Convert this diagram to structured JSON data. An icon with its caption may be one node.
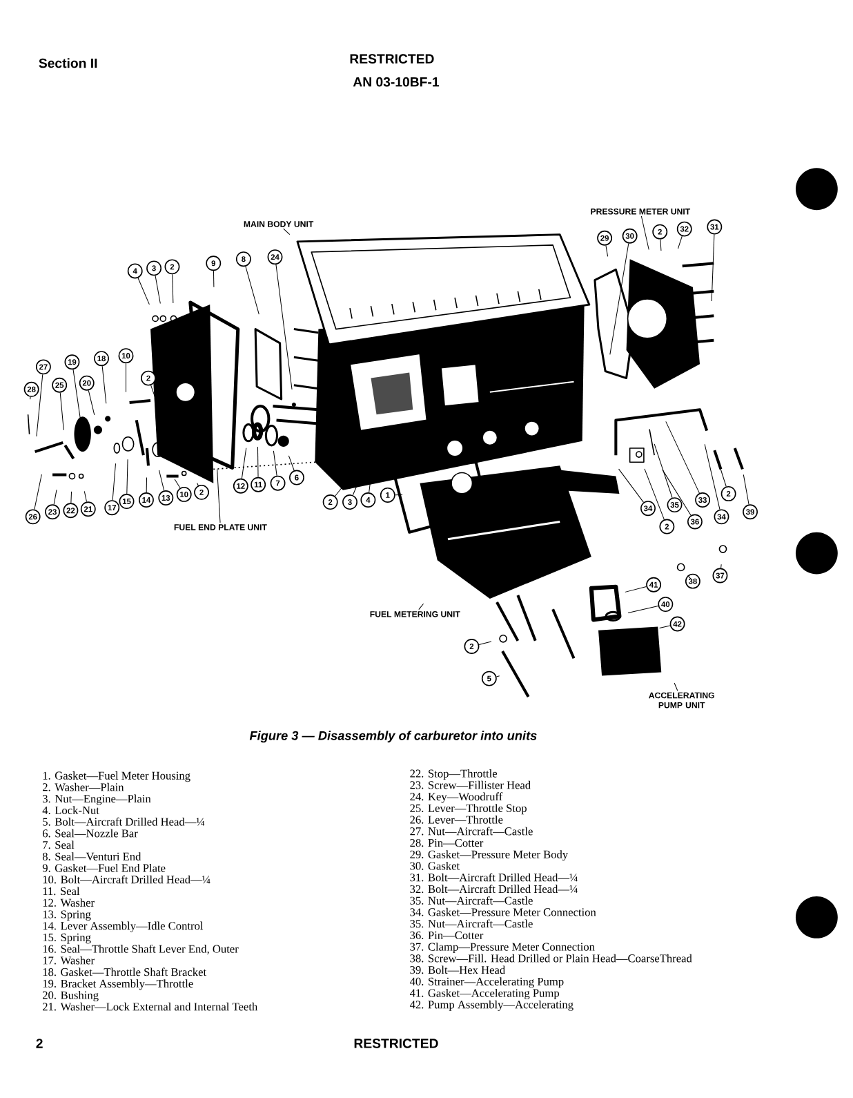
{
  "diagram": {
    "caption": "Figure 3 — Disassembly of carburetor into units",
    "nodes": [
      {
        "text": [
          "MAIN BODY UNIT"
        ]
      },
      {
        "text": [
          "PRESSURE METER UNIT"
        ]
      },
      {
        "text": [
          "29"
        ]
      },
      {
        "text": [
          "30"
        ]
      },
      {
        "text": [
          "2"
        ]
      },
      {
        "text": [
          "32"
        ]
      },
      {
        "text": [
          "31"
        ]
      },
      {
        "text": [
          "4"
        ]
      },
      {
        "text": [
          "3"
        ]
      },
      {
        "text": [
          "2"
        ]
      },
      {
        "text": [
          "9"
        ]
      },
      {
        "text": [
          "8"
        ]
      },
      {
        "text": [
          "24"
        ]
      },
      {
        "text": [
          "28"
        ]
      },
      {
        "text": [
          "27"
        ]
      },
      {
        "text": [
          "19"
        ]
      },
      {
        "text": [
          "18"
        ]
      },
      {
        "text": [
          "25"
        ]
      },
      {
        "text": [
          "20"
        ]
      },
      {
        "text": [
          "10"
        ]
      },
      {
        "text": [
          "2"
        ]
      },
      {
        "text": [
          "26"
        ]
      },
      {
        "text": [
          "23"
        ]
      },
      {
        "text": [
          "22"
        ]
      },
      {
        "text": [
          "21"
        ]
      },
      {
        "text": [
          "17"
        ]
      },
      {
        "text": [
          "15"
        ]
      },
      {
        "text": [
          "14"
        ]
      },
      {
        "text": [
          "13"
        ]
      },
      {
        "text": [
          "10"
        ]
      },
      {
        "text": [
          "2"
        ]
      },
      {
        "text": [
          "FUEL END PLATE UNIT"
        ]
      },
      {
        "text": [
          "12"
        ]
      },
      {
        "text": [
          "11"
        ]
      },
      {
        "text": [
          "7"
        ]
      },
      {
        "text": [
          "6"
        ]
      },
      {
        "text": [
          "2"
        ]
      },
      {
        "text": [
          "3"
        ]
      },
      {
        "text": [
          "4"
        ]
      },
      {
        "text": [
          "1"
        ]
      },
      {
        "text": [
          "34"
        ]
      },
      {
        "text": [
          "35"
        ]
      },
      {
        "text": [
          "2"
        ]
      },
      {
        "text": [
          "36"
        ]
      },
      {
        "text": [
          "33"
        ]
      },
      {
        "text": [
          "34"
        ]
      },
      {
        "text": [
          "2"
        ]
      },
      {
        "text": [
          "39"
        ]
      },
      {
        "text": [
          "38"
        ]
      },
      {
        "text": [
          "37"
        ]
      },
      {
        "text": [
          "41"
        ]
      },
      {
        "text": [
          "40"
        ]
      },
      {
        "text": [
          "42"
        ]
      },
      {
        "text": [
          "2"
        ]
      },
      {
        "text": [
          "5"
        ]
      },
      {
        "text": [
          "FUEL METERING UNIT"
        ]
      },
      {
        "text": [
          "ACCELERATING PUMP UNIT"
        ]
      }
    ],
    "edges": [
      {
        "from": 0,
        "to": null,
        "arrow": "none"
      },
      {
        "from": 1,
        "to": null,
        "arrow": "none"
      },
      {
        "from": 2,
        "to": null,
        "arrow": "none"
      },
      {
        "from": 3,
        "to": null,
        "arrow": "none"
      },
      {
        "from": 4,
        "to": null,
        "arrow": "none"
      },
      {
        "from": 5,
        "to": null,
        "arrow": "none"
      },
      {
        "from": 6,
        "to": null,
        "arrow": "none"
      },
      {
        "from": 7,
        "to": null,
        "arrow": "none"
      },
      {
        "from": 8,
        "to": null,
        "arrow": "none"
      },
      {
        "from": 9,
        "to": null,
        "arrow": "none"
      },
      {
        "from": 10,
        "to": null,
        "arrow": "none"
      },
      {
        "from": 11,
        "to": null,
        "arrow": "none"
      },
      {
        "from": 12,
        "to": null,
        "arrow": "none"
      },
      {
        "from": 13,
        "to": null,
        "arrow": "none"
      },
      {
        "from": 14,
        "to": null,
        "arrow": "none"
      },
      {
        "from": 15,
        "to": null,
        "arrow": "none"
      },
      {
        "from": 16,
        "to": null,
        "arrow": "none"
      },
      {
        "from": 17,
        "to": null,
        "arrow": "none"
      },
      {
        "from": 18,
        "to": null,
        "arrow": "none"
      },
      {
        "from": 19,
        "to": null,
        "arrow": "none"
      },
      {
        "from": 20,
        "to": null,
        "arrow": "none"
      },
      {
        "from": 21,
        "to": null,
        "arrow": "none"
      },
      {
        "from": 22,
        "to": null,
        "arrow": "none"
      },
      {
        "from": 23,
        "to": null,
        "arrow": "none"
      },
      {
        "from": 24,
        "to": null,
        "arrow": "none"
      },
      {
        "from": 25,
        "to": null,
        "arrow": "none"
      },
      {
        "from": 26,
        "to": null,
        "arrow": "none"
      },
      {
        "from": 27,
        "to": null,
        "arrow": "none"
      },
      {
        "from": 28,
        "to": null,
        "arrow": "none"
      },
      {
        "from": 29,
        "to": null,
        "arrow": "none"
      },
      {
        "from": 30,
        "to": null,
        "arrow": "none"
      },
      {
        "from": 31,
        "to": null,
        "arrow": "none"
      },
      {
        "from": 32,
        "to": null,
        "arrow": "none"
      },
      {
        "from": 33,
        "to": null,
        "arrow": "none"
      },
      {
        "from": 34,
        "to": null,
        "arrow": "none"
      },
      {
        "from": 35,
        "to": null,
        "arrow": "none"
      },
      {
        "from": 36,
        "to": null,
        "arrow": "none"
      },
      {
        "from": 37,
        "to": null,
        "arrow": "none"
      },
      {
        "from": 38,
        "to": null,
        "arrow": "none"
      },
      {
        "from": 39,
        "to": null,
        "arrow": "none"
      },
      {
        "from": 40,
        "to": null,
        "arrow": "none"
      },
      {
        "from": 41,
        "to": null,
        "arrow": "none"
      },
      {
        "from": 42,
        "to": null,
        "arrow": "none"
      },
      {
        "from": 43,
        "to": null,
        "arrow": "none"
      },
      {
        "from": 44,
        "to": null,
        "arrow": "none"
      },
      {
        "from": 45,
        "to": null,
        "arrow": "none"
      },
      {
        "from": 46,
        "to": null,
        "arrow": "none"
      },
      {
        "from": 47,
        "to": null,
        "arrow": "none"
      },
      {
        "from": 48,
        "to": null,
        "arrow": "none"
      },
      {
        "from": 49,
        "to": null,
        "arrow": "none"
      },
      {
        "from": 50,
        "to": null,
        "arrow": "none"
      },
      {
        "from": 51,
        "to": null,
        "arrow": "none"
      },
      {
        "from": 52,
        "to": null,
        "arrow": "none"
      },
      {
        "from": 53,
        "to": null,
        "arrow": "none"
      },
      {
        "from": 54,
        "to": null,
        "arrow": "none"
      },
      {
        "from": 55,
        "to": null,
        "arrow": "none"
      },
      {
        "from": 56,
        "to": null,
        "arrow": "none"
      }
    ],
    "labels": [
      "Section II",
      "RESTRICTED",
      "AN 03-10BF-1",
      "1. Gasket—Fuel Meter Housing",
      "2. Washer—Plain",
      "3. Nut—Engine—Plain",
      "4. Lock-Nut",
      "5. Bolt—Aircraft Drilled Head—¼",
      "6. Seal—Nozzle Bar",
      "7. Seal",
      "8. Seal—Venturi End",
      "9. Gasket—Fuel End Plate",
      "10. Bolt—Aircraft Drilled Head—¼",
      "11. Seal",
      "12. Washer",
      "13. Spring",
      "14. Lever Assembly—Idle Control",
      "15. Spring",
      "16. Seal—Throttle Shaft Lever End, Outer",
      "17. Washer",
      "18. Gasket—Throttle Shaft Bracket",
      "19. Bracket Assembly—Throttle",
      "20. Bushing",
      "21. Washer—Lock External and Internal Teeth",
      "22. Stop—Throttle",
      "23. Screw—Fillister Head",
      "24. Key—Woodruff",
      "25. Lever—Throttle Stop",
      "26. Lever—Throttle",
      "27. Nut—Aircraft—Castle",
      "28. Pin—Cotter",
      "29. Gasket—Pressure Meter Body",
      "30. Gasket",
      "31. Bolt—Aircraft Drilled Head—¼",
      "32. Bolt—Aircraft Drilled Head—¼",
      "35. Nut—Aircraft—Castle",
      "34. Gasket—Pressure Meter Connection",
      "35. Nut—Aircraft—Castle",
      "36. Pin—Cotter",
      "37. Clamp—Pressure Meter Connection",
      "38. Screw—Fill. Head Drilled or Plain Head—CoarseThread",
      "39. Bolt—Hex Head",
      "40. Strainer—Accelerating Pump",
      "41. Gasket—Accelerating Pump",
      "42. Pump Assembly—Accelerating",
      "2",
      "RESTRICTED"
    ]
  }
}
